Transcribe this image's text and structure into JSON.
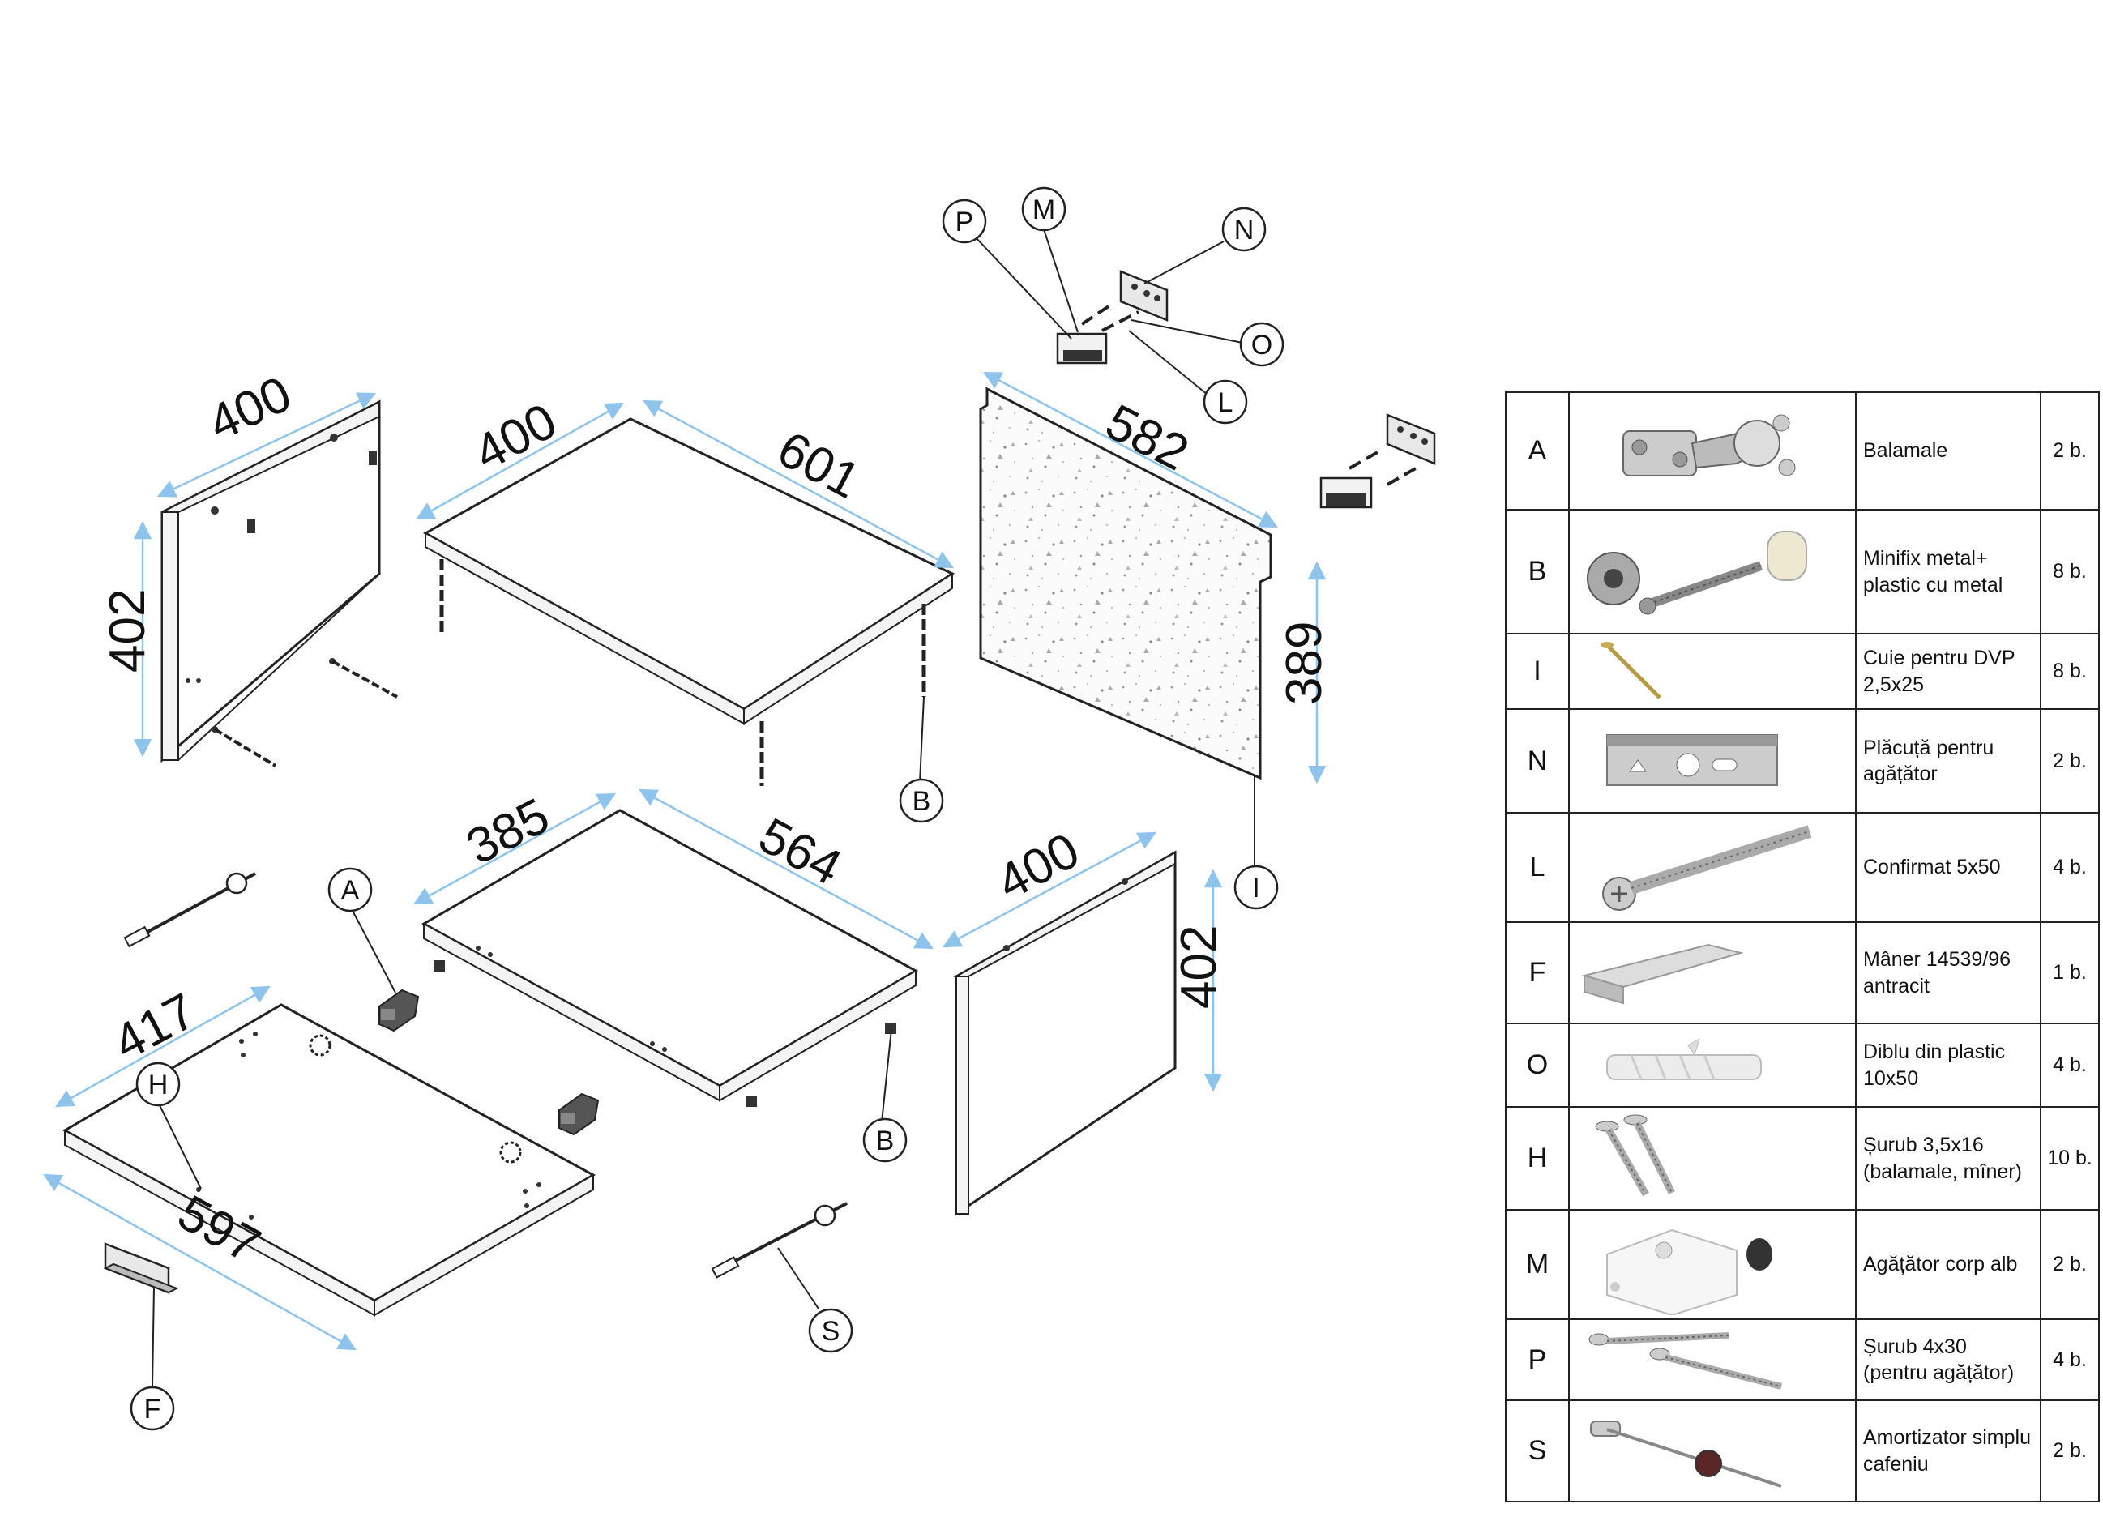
{
  "dimensions": {
    "side_left_top": "400",
    "side_left_height": "402",
    "top_panel_depth": "400",
    "top_panel_width": "601",
    "back_panel_width": "582",
    "back_panel_height": "389",
    "shelf_depth": "385",
    "shelf_width": "564",
    "side_right_top": "400",
    "side_right_height": "402",
    "bottom_depth": "417",
    "bottom_width": "597"
  },
  "callouts": [
    "P",
    "M",
    "N",
    "O",
    "L",
    "B",
    "I",
    "A",
    "H",
    "B",
    "S",
    "F"
  ],
  "parts_table": [
    {
      "code": "A",
      "desc": "Balamale",
      "qty": "2 b.",
      "icon": "hinge-icon"
    },
    {
      "code": "B",
      "desc": "Minifix metal+ plastic cu metal",
      "qty": "8 b.",
      "icon": "minifix-icon"
    },
    {
      "code": "I",
      "desc": "Cuie pentru DVP 2,5x25",
      "qty": "8 b.",
      "icon": "nail-icon"
    },
    {
      "code": "N",
      "desc": "Plăcuță pentru agățător",
      "qty": "2 b.",
      "icon": "hanger-plate-icon"
    },
    {
      "code": "L",
      "desc": "Confirmat 5x50",
      "qty": "4 b.",
      "icon": "confirmat-screw-icon"
    },
    {
      "code": "F",
      "desc": "Mâner 14539/96 antracit",
      "qty": "1 b.",
      "icon": "handle-icon"
    },
    {
      "code": "O",
      "desc": "Diblu din plastic 10x50",
      "qty": "4 b.",
      "icon": "plastic-dowel-icon"
    },
    {
      "code": "H",
      "desc": "Șurub 3,5x16 (balamale, mîner)",
      "qty": "10 b.",
      "icon": "screw-pair-icon"
    },
    {
      "code": "M",
      "desc": "Agățător corp alb",
      "qty": "2 b.",
      "icon": "cabinet-hanger-icon"
    },
    {
      "code": "P",
      "desc": "Șurub 4x30 (pentru agățător)",
      "qty": "4 b.",
      "icon": "long-screw-pair-icon"
    },
    {
      "code": "S",
      "desc": "Amortizator simplu cafeniu",
      "qty": "2 b.",
      "icon": "door-stay-icon"
    }
  ],
  "colors": {
    "dimension_line": "#8ec3ec",
    "outline": "#222222",
    "panel_edge": "#f4f4f4"
  }
}
